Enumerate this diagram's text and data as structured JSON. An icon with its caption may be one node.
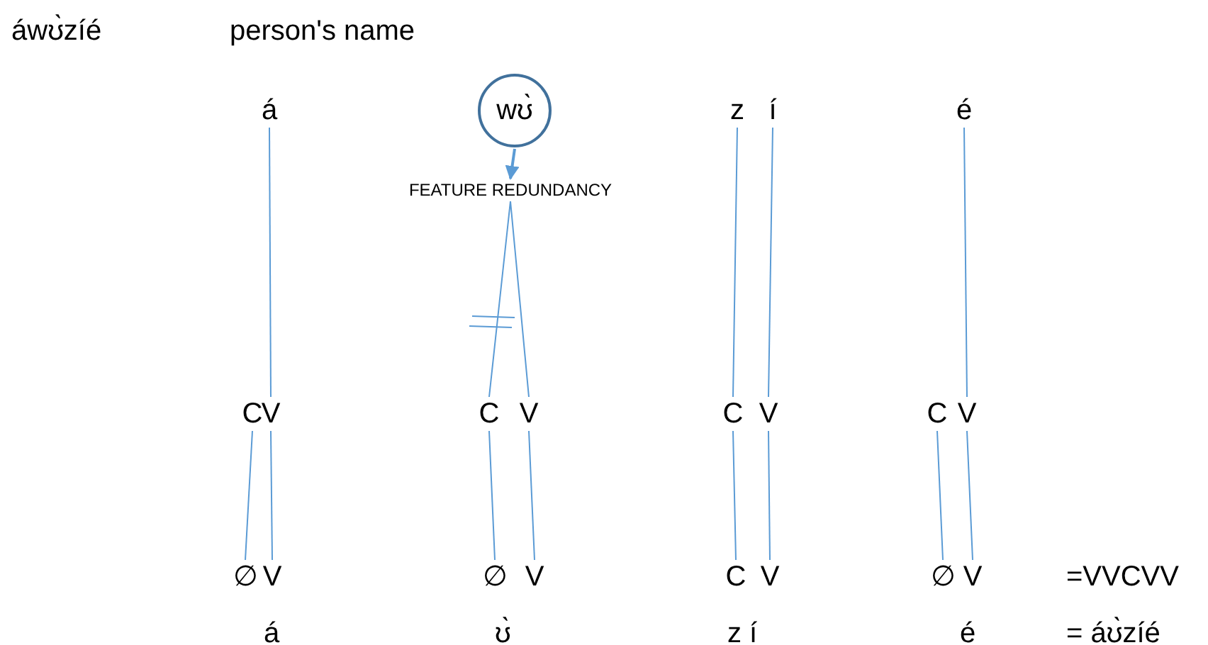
{
  "diagram": {
    "nodes": [
      {
        "text": [
          "á"
        ]
      },
      {
        "text": [
          "wʊ̀"
        ]
      },
      {
        "text": [
          "FEATURE REDUNDANCY"
        ]
      },
      {
        "text": [
          "z"
        ]
      },
      {
        "text": [
          "í"
        ]
      },
      {
        "text": [
          "é"
        ]
      },
      {
        "text": [
          "C"
        ]
      },
      {
        "text": [
          "V"
        ]
      },
      {
        "text": [
          "C"
        ]
      },
      {
        "text": [
          "V"
        ]
      },
      {
        "text": [
          "C"
        ]
      },
      {
        "text": [
          "V"
        ]
      },
      {
        "text": [
          "C"
        ]
      },
      {
        "text": [
          "V"
        ]
      },
      {
        "text": [
          "∅"
        ]
      },
      {
        "text": [
          "V"
        ]
      },
      {
        "text": [
          "∅"
        ]
      },
      {
        "text": [
          "V"
        ]
      },
      {
        "text": [
          "C"
        ]
      },
      {
        "text": [
          "V"
        ]
      },
      {
        "text": [
          "∅"
        ]
      },
      {
        "text": [
          "V"
        ]
      }
    ],
    "edges": [
      {
        "from": 1,
        "to": 2,
        "arrow": "to"
      },
      {
        "from": 2,
        "to": 8,
        "arrow": "none"
      },
      {
        "from": 2,
        "to": 9,
        "arrow": "none"
      },
      {
        "from": 0,
        "to": 7,
        "arrow": "none"
      },
      {
        "from": 3,
        "to": 10,
        "arrow": "none"
      },
      {
        "from": 4,
        "to": 11,
        "arrow": "none"
      },
      {
        "from": 5,
        "to": 13,
        "arrow": "none"
      },
      {
        "from": 6,
        "to": 14,
        "arrow": "none"
      },
      {
        "from": 7,
        "to": 15,
        "arrow": "none"
      },
      {
        "from": 8,
        "to": 16,
        "arrow": "none"
      },
      {
        "from": 9,
        "to": 17,
        "arrow": "none"
      },
      {
        "from": 10,
        "to": 18,
        "arrow": "none"
      },
      {
        "from": 11,
        "to": 19,
        "arrow": "none"
      },
      {
        "from": 12,
        "to": 20,
        "arrow": "none"
      },
      {
        "from": 13,
        "to": 21,
        "arrow": "none"
      }
    ],
    "labels": [
      "áwʊ̀zíé",
      "person's name",
      "=VVCVV",
      "á",
      "ʊ̀",
      "z í",
      "é",
      "= áʊ̀zíé"
    ]
  }
}
